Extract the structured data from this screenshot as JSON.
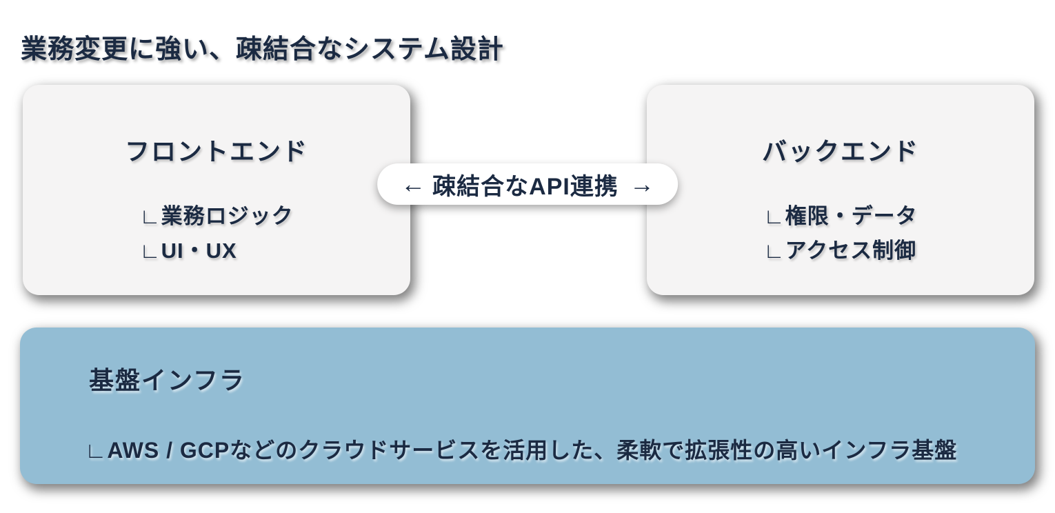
{
  "page": {
    "title": "業務変更に強い、疎結合なシステム設計"
  },
  "colors": {
    "text": "#1b2a42",
    "card_background": "#f5f4f4",
    "infrastructure_background": "#93bdd4",
    "pill_background": "#ffffff",
    "page_background": "#ffffff"
  },
  "cards": {
    "frontend": {
      "title": "フロントエンド",
      "items": [
        "∟業務ロジック",
        "∟UI・UX"
      ]
    },
    "backend": {
      "title": "バックエンド",
      "items": [
        "∟権限・データ",
        "∟アクセス制御"
      ]
    }
  },
  "connector": {
    "left_arrow": "←",
    "label": "疎結合なAPI連携",
    "right_arrow": "→"
  },
  "infrastructure": {
    "title": "基盤インフラ",
    "description": "∟AWS / GCPなどのクラウドサービスを活用した、柔軟で拡張性の高いインフラ基盤"
  }
}
